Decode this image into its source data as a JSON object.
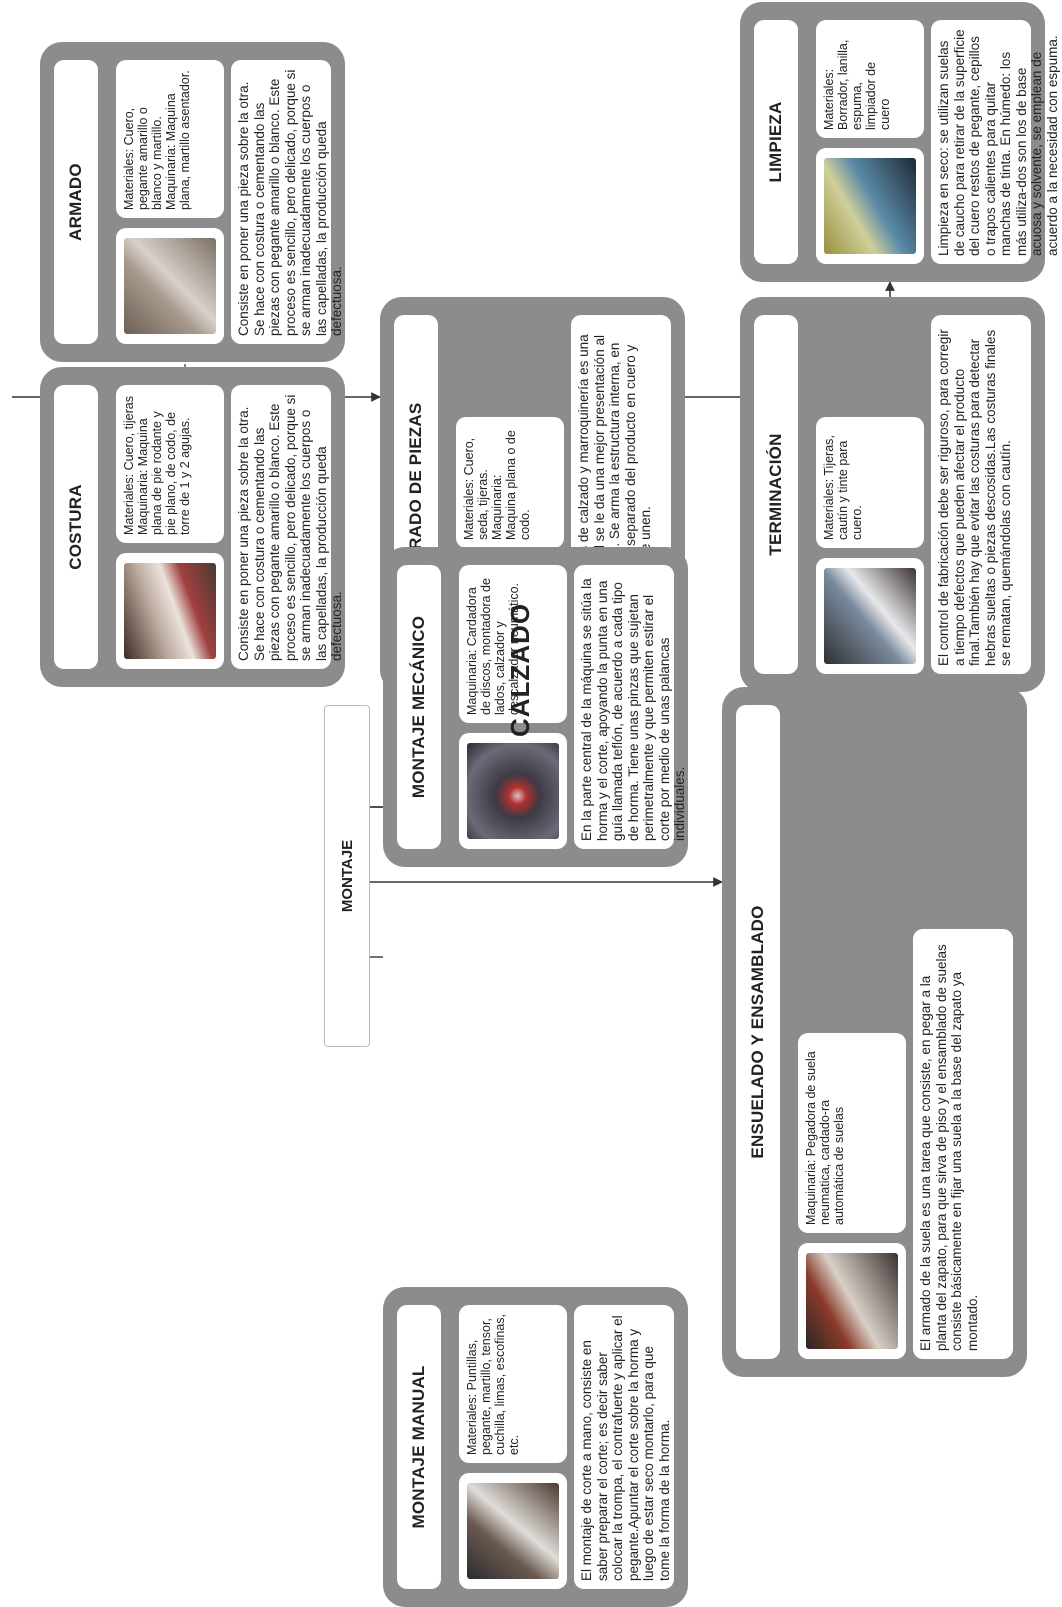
{
  "diagram": {
    "center_label": "CALZADO",
    "hub_label": "MONTAJE",
    "nodes": {
      "armado": {
        "title": "ARMADO",
        "materials": "Materiales: Cuero, pegante amarillo o blanco y martillo.\nMaquinaria: Maquina plana, martillo asentador.",
        "description": "Consiste en poner una pieza sobre la otra. Se hace con costura o cementando las piezas con pegante amarillo o blanco. Este proceso es sencillo, pero delicado, porque si se arman inadecuadamente los cuerpos o las capelladas, la producción queda defectuosa."
      },
      "costura": {
        "title": "COSTURA",
        "materials": "Materiales: Cuero, tijeras\nMaquinaria: Maquina plana de pie rodante y pie plano, de codo, de torre de 1 y 2 agujas.",
        "description": "Consiste en poner una pieza sobre la otra. Se hace con costura o cementando las piezas con pegante amarillo o blanco. Este proceso es sencillo, pero delicado, porque si se arman inadecuadamente los cuerpos o las capelladas, la producción queda defectuosa."
      },
      "forrado": {
        "title": "FORRADO DE PIEZAS",
        "materials": "Materiales: Cuero, seda, tijeras.\nMaquinaria: Maquina plana o de codo.",
        "description": "El forrado de piezas de calzado y marroquinería es una operación en la cual se le da una mejor presentación al interior del producto. Se arma la estructura interna, en seda o badana, por separado del producto en cuero y luego por costura se unen."
      },
      "limpieza": {
        "title": "LIMPIEZA",
        "materials": "Materiales: Borrador, lanilla, espuma, limpiador de cuero",
        "description": "Limpieza en seco: se utilizan suelas de caucho para retirar de la superficie del cuero restos de pegante, cepillos o trapos calientes para quitar manchas de tinta. En húmedo: los más utiliza-dos son los de base acuosa y solvente, se emplean de acuerdo a la necesidad con espuma."
      },
      "terminacion": {
        "title": "TERMINACIÓN",
        "materials": "Materiales: Tijeras, cautín y tinte para cuero.",
        "description": "El control de fabricación debe ser riguroso, para corregir a tiempo defectos que pueden afectar el producto final.También hay que evitar las costuras para detectar hebras sueltas o piezas descosidas.Las costuras finales se rematan, quemándolas con cautín."
      },
      "montaje_mecanico": {
        "title": "MONTAJE  MECÁNICO",
        "materials": "Maquinaria: Cardadora de discos, montadora de lados, calzador y descalzador neumático.",
        "description": "En la parte central de la máquina se sitúa la horma y el corte, apoyando la punta en una guía llamada teflón, de acuerdo a cada tipo de horma. Tiene unas pinzas que sujetan perimetralmente y que permiten estirar el corte por medio de unas palancas individuales."
      },
      "montaje_manual": {
        "title": "MONTAJE MANUAL",
        "materials": "Materiales: Puntillas, pegante, martillo, tensor, cuchilla, limas, escofinas, etc.",
        "description": "El montaje de corte a mano, consiste en saber preparar el corte; es decir saber colocar la trompa, el contrafuerte y aplicar el pegante.Apuntar el corte sobre la horma y luego de estar seco montarlo, para que tome la forma de la horma."
      },
      "ensuelado": {
        "title": "ENSUELADO Y ENSAMBLADO",
        "materials": "Maquinaria: Pegadora de suela neumatica, cardado-ra automática de suelas",
        "description": "El armado de la suela es una tarea que consiste, en pegar a la planta del zapato, para que sirva de piso y el ensamblado de suelas consiste básicamente en fijar una suela a la base del zapato ya montado."
      }
    }
  },
  "colors": {
    "card": "#8c8c8c",
    "panel": "#ffffff",
    "wire": "#333333"
  }
}
